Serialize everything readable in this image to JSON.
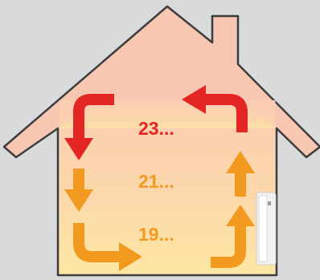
{
  "temperatures": [
    {
      "label": "23...",
      "color": "#e32623"
    },
    {
      "label": "21...",
      "color": "#f29a1f"
    },
    {
      "label": "19...",
      "color": "#f29a1f"
    }
  ],
  "colors": {
    "background": "#d9dadc",
    "house_outline": "#3d3d3d",
    "roof_fill": "#f8c7b1",
    "interior_top": "#fbcdb2",
    "interior_bottom": "#fde7a3",
    "hot_arrow": "#e32623",
    "warm_arrow": "#f29a1f",
    "radiator": "#f2f2f2"
  },
  "icons": [
    "circulation-arrow-icon",
    "radiator-icon"
  ]
}
